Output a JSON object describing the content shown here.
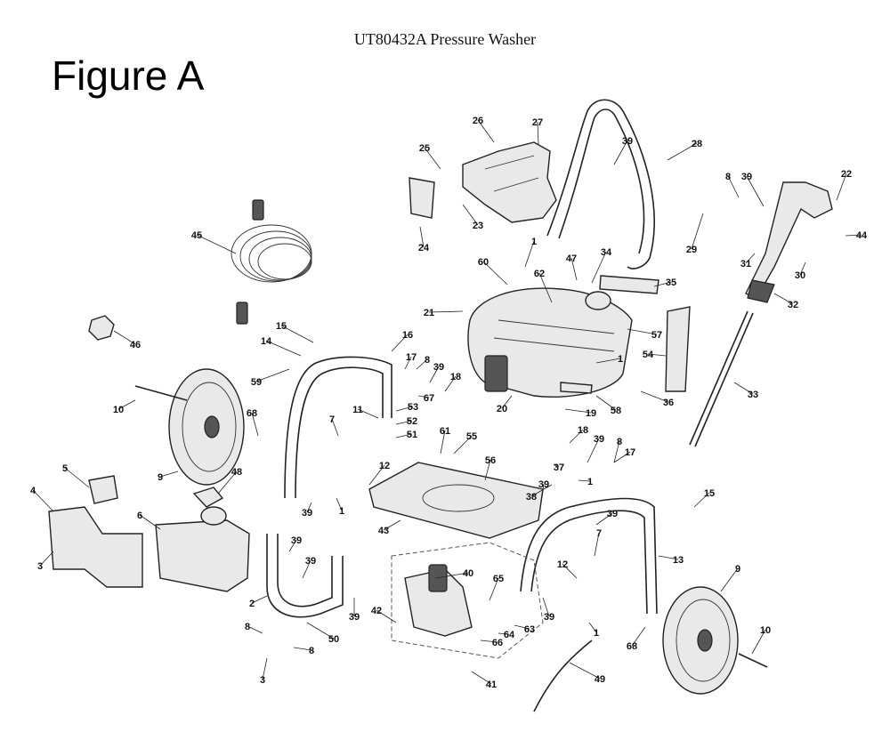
{
  "header": {
    "title": "UT80432A Pressure Washer",
    "figure_label": "Figure A"
  },
  "callouts": [
    "1",
    "1",
    "1",
    "1",
    "1",
    "2",
    "3",
    "3",
    "4",
    "5",
    "6",
    "7",
    "7",
    "8",
    "8",
    "8",
    "8",
    "8",
    "9",
    "9",
    "10",
    "10",
    "11",
    "12",
    "12",
    "13",
    "14",
    "15",
    "15",
    "16",
    "17",
    "17",
    "18",
    "18",
    "19",
    "20",
    "21",
    "22",
    "23",
    "24",
    "25",
    "26",
    "27",
    "28",
    "29",
    "30",
    "31",
    "32",
    "33",
    "34",
    "35",
    "36",
    "37",
    "38",
    "39",
    "39",
    "39",
    "39",
    "39",
    "39",
    "39",
    "39",
    "39",
    "39",
    "39",
    "40",
    "41",
    "42",
    "43",
    "44",
    "45",
    "46",
    "47",
    "48",
    "49",
    "50",
    "51",
    "52",
    "53",
    "54",
    "55",
    "56",
    "57",
    "58",
    "59",
    "60",
    "61",
    "62",
    "63",
    "64",
    "65",
    "66",
    "67",
    "68",
    "68"
  ]
}
